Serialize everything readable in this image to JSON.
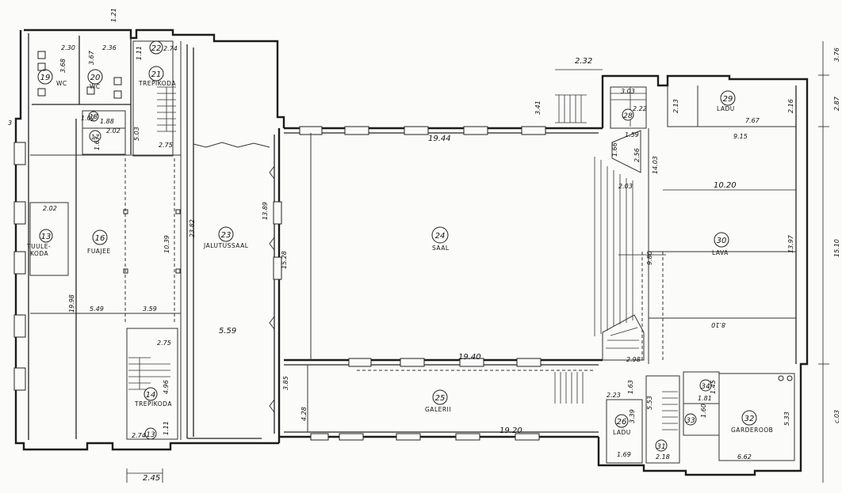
{
  "rooms": [
    {
      "num": "13",
      "name": "TUULE-",
      "name2": "KODA"
    },
    {
      "num": "14",
      "name": "TREPIKODA"
    },
    {
      "num": "16",
      "name": "FUAJEE"
    },
    {
      "num": "17",
      "name": ""
    },
    {
      "num": "18",
      "name": ""
    },
    {
      "num": "19",
      "name": "WC"
    },
    {
      "num": "20",
      "name": "WC"
    },
    {
      "num": "21",
      "name": "TREPIKODA"
    },
    {
      "num": "22",
      "name": ""
    },
    {
      "num": "23",
      "name": "JALUTUSSAAL"
    },
    {
      "num": "24",
      "name": "SAAL"
    },
    {
      "num": "25",
      "name": "GALERII"
    },
    {
      "num": "26",
      "name": "LADU"
    },
    {
      "num": "28",
      "name": ""
    },
    {
      "num": "29",
      "name": "LADU"
    },
    {
      "num": "30",
      "name": "LAVA"
    },
    {
      "num": "31",
      "name": ""
    },
    {
      "num": "32",
      "name": "GARDEROOB"
    },
    {
      "num": "33",
      "name": ""
    },
    {
      "num": "34",
      "name": ""
    },
    {
      "num": "13",
      "name": ""
    }
  ],
  "dimensions": {
    "d_1_21": "1.21",
    "d_2_30": "2.30",
    "d_2_36": "2.36",
    "d_3_68": "3.68",
    "d_3_67": "3.67",
    "d_1_11_top": "1.11",
    "d_2_74_top": "2.74",
    "d_1_02": "1.02",
    "d_1_88": "1.88",
    "d_2_02_a": "2.02",
    "d_1_67": "1.67",
    "d_5_03": "5.03",
    "d_2_75_top": "2.75",
    "d_2_02_b": "2.02",
    "d_19_98": "19.98",
    "d_10_39": "10.39",
    "d_23_82": "23.82",
    "d_5_49": "5.49",
    "d_3_59": "3.59",
    "d_2_75_bot": "2.75",
    "d_4_96": "4.96",
    "d_2_74_bot": "2.74",
    "d_1_11_bot": "1.11",
    "d_2_45": "2.45",
    "d_5_59": "5.59",
    "d_13_89": "13.89",
    "d_15_28": "15.28",
    "d_3_85": "3.85",
    "d_4_28": "4.28",
    "d_19_44": "19.44",
    "d_19_40": "19.40",
    "d_19_20": "19.20",
    "d_3_41": "3.41",
    "d_2_32": "2.32",
    "d_3_03": "3.03",
    "d_2_22": "2.22",
    "d_2_13": "2.13",
    "d_7_67": "7.67",
    "d_2_16": "2.16",
    "d_9_15": "9.15",
    "d_1_59": "1.59",
    "d_1_66": "1.66",
    "d_2_56": "2.56",
    "d_14_03": "14.03",
    "d_2_03": "2.03",
    "d_10_20": "10.20",
    "d_9_80": "9.80",
    "d_13_97": "13.97",
    "d_8_10": "8.10",
    "d_2_98": "2.98",
    "d_2_23": "2.23",
    "d_1_63": "1.63",
    "d_5_53": "5.53",
    "d_3_39": "3.39",
    "d_1_69": "1.69",
    "d_2_18": "2.18",
    "d_1_81": "1.81",
    "d_1_60": "1.60",
    "d_1_45": "1.45",
    "d_6_62": "6.62",
    "d_5_33": "5.33",
    "d_3_76": "3.76",
    "d_2_87": "2.87",
    "d_15_10": "15.10",
    "d_c_03": "c.03",
    "d_3": "3"
  }
}
